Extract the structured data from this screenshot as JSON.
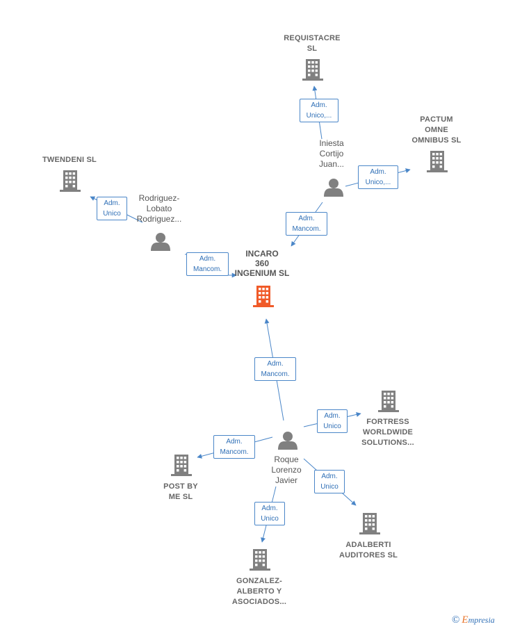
{
  "nodes": {
    "requistacre": {
      "label": "REQUISTACRE\nSL",
      "type": "company"
    },
    "pactum": {
      "label": "PACTUM\nOMNE\nOMNIBUS  SL",
      "type": "company"
    },
    "twendeni": {
      "label": "TWENDENI  SL",
      "type": "company"
    },
    "incaro": {
      "label": "INCARO\n360\nINGENIUM  SL",
      "type": "main-company"
    },
    "fortress": {
      "label": "FORTRESS\nWORLDWIDE\nSOLUTIONS...",
      "type": "company"
    },
    "postbyme": {
      "label": "POST BY\nME  SL",
      "type": "company"
    },
    "adalberti": {
      "label": "ADALBERTI\nAUDITORES SL",
      "type": "company"
    },
    "gonzalez": {
      "label": "GONZALEZ-\nALBERTO Y\nASOCIADOS...",
      "type": "company"
    },
    "iniesta": {
      "label": "Iniesta\nCortijo\nJuan...",
      "type": "person"
    },
    "rodriguez": {
      "label": "Rodriguez-\nLobato\nRodriguez...",
      "type": "person"
    },
    "roque": {
      "label": "Roque\nLorenzo\nJavier",
      "type": "person"
    }
  },
  "relations": {
    "iniesta_requistacre": "Adm.\nUnico,...",
    "iniesta_pactum": "Adm.\nUnico,...",
    "iniesta_incaro": "Adm.\nMancom.",
    "rodriguez_twendeni": "Adm.\nUnico",
    "rodriguez_incaro": "Adm.\nMancom.",
    "roque_incaro": "Adm.\nMancom.",
    "roque_fortress": "Adm.\nUnico",
    "roque_postbyme": "Adm.\nMancom.",
    "roque_adalberti": "Adm.\nUnico",
    "roque_gonzalez": "Adm.\nUnico"
  },
  "colors": {
    "edge": "#4a86c8",
    "company_icon": "#808080",
    "main_icon": "#f05a28",
    "person_icon": "#808080"
  },
  "footer": {
    "copyright_symbol": "©",
    "brand_initial": "E",
    "brand_rest": "mpresia"
  }
}
